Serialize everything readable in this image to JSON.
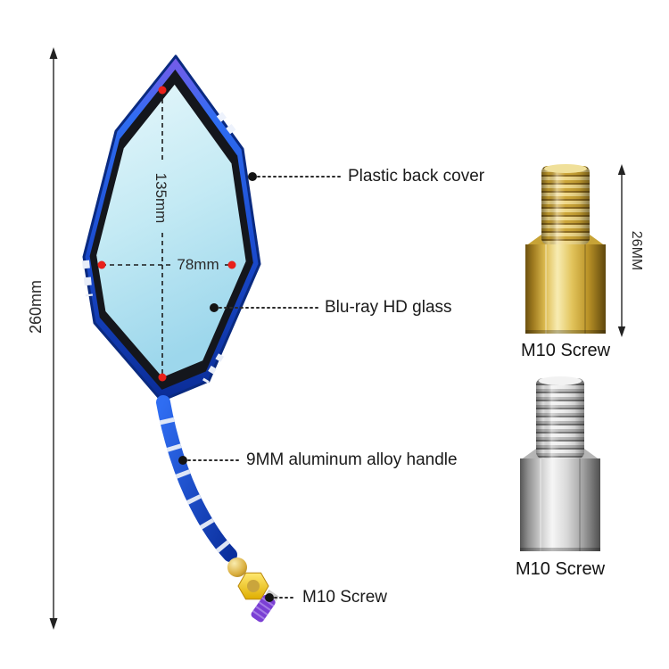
{
  "dimensions": {
    "overall_height": "260mm",
    "glass_height": "135mm",
    "glass_width": "78mm",
    "screw_length": "26MM"
  },
  "callouts": {
    "back_cover": "Plastic back cover",
    "glass": "Blu-ray HD glass",
    "handle": "9MM aluminum alloy handle",
    "screw": "M10 Screw"
  },
  "parts": {
    "gold_screw": "M10 Screw",
    "silver_screw": "M10 Screw"
  },
  "colors": {
    "frame_blue": "#1e54d9",
    "glass_cyan": "#c4eaf4",
    "seal_black": "#14161c",
    "brass_gold": "#d2a937",
    "steel_silver": "#c4c4c4",
    "marker_red": "#e8201a",
    "nut_yellow": "#fdd402",
    "tip_purple": "#7b3fd4",
    "text_dark": "#1a1a1a"
  }
}
